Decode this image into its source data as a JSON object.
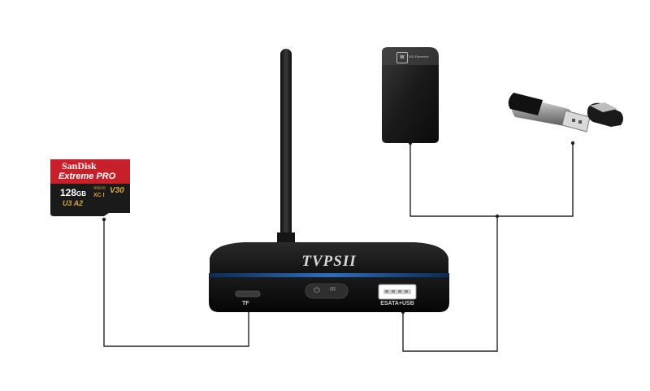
{
  "sd_card": {
    "brand": "SanDisk",
    "line": "Extreme PRO",
    "capacity": "128",
    "capacity_unit": "GB",
    "class_marks": "U3 A2",
    "micro_mark": "micro",
    "xc_mark": "XC I",
    "video_class": "V30"
  },
  "device": {
    "logo": "TVPSII",
    "port_tf_label": "TF",
    "port_esata_usb_label": "ESATA+USB",
    "power_icon": "power-icon",
    "ir_icon": "ir-icon"
  },
  "hdd": {
    "logo_text": "WD Elements"
  },
  "colors": {
    "card_red": "#c8202a",
    "card_black": "#1a1a1a",
    "device_accent_blue": "#2a6fc4",
    "connector_line": "#222222"
  }
}
